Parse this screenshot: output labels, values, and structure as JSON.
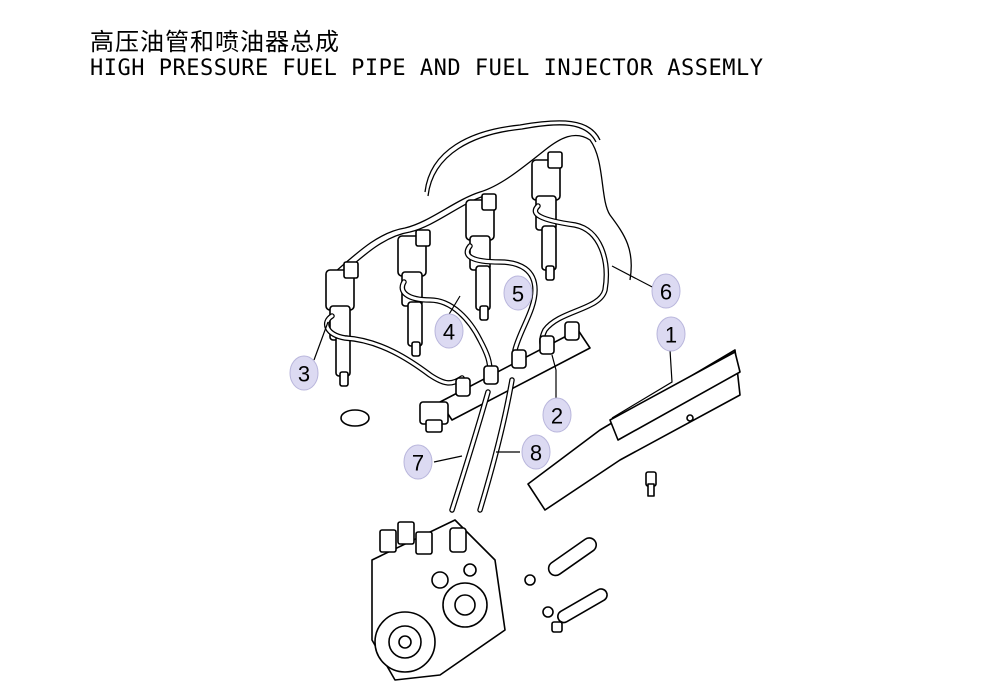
{
  "title": {
    "chinese": "高压油管和喷油器总成",
    "english": "HIGH PRESSURE FUEL PIPE AND FUEL INJECTOR ASSEMLY"
  },
  "callouts": [
    {
      "id": "1",
      "label": "1"
    },
    {
      "id": "2",
      "label": "2"
    },
    {
      "id": "3",
      "label": "3"
    },
    {
      "id": "4",
      "label": "4"
    },
    {
      "id": "5",
      "label": "5"
    },
    {
      "id": "6",
      "label": "6"
    },
    {
      "id": "7",
      "label": "7"
    },
    {
      "id": "8",
      "label": "8"
    }
  ],
  "colors": {
    "callout_fill": "#dcdaf2",
    "line": "#000000",
    "background": "#ffffff"
  }
}
